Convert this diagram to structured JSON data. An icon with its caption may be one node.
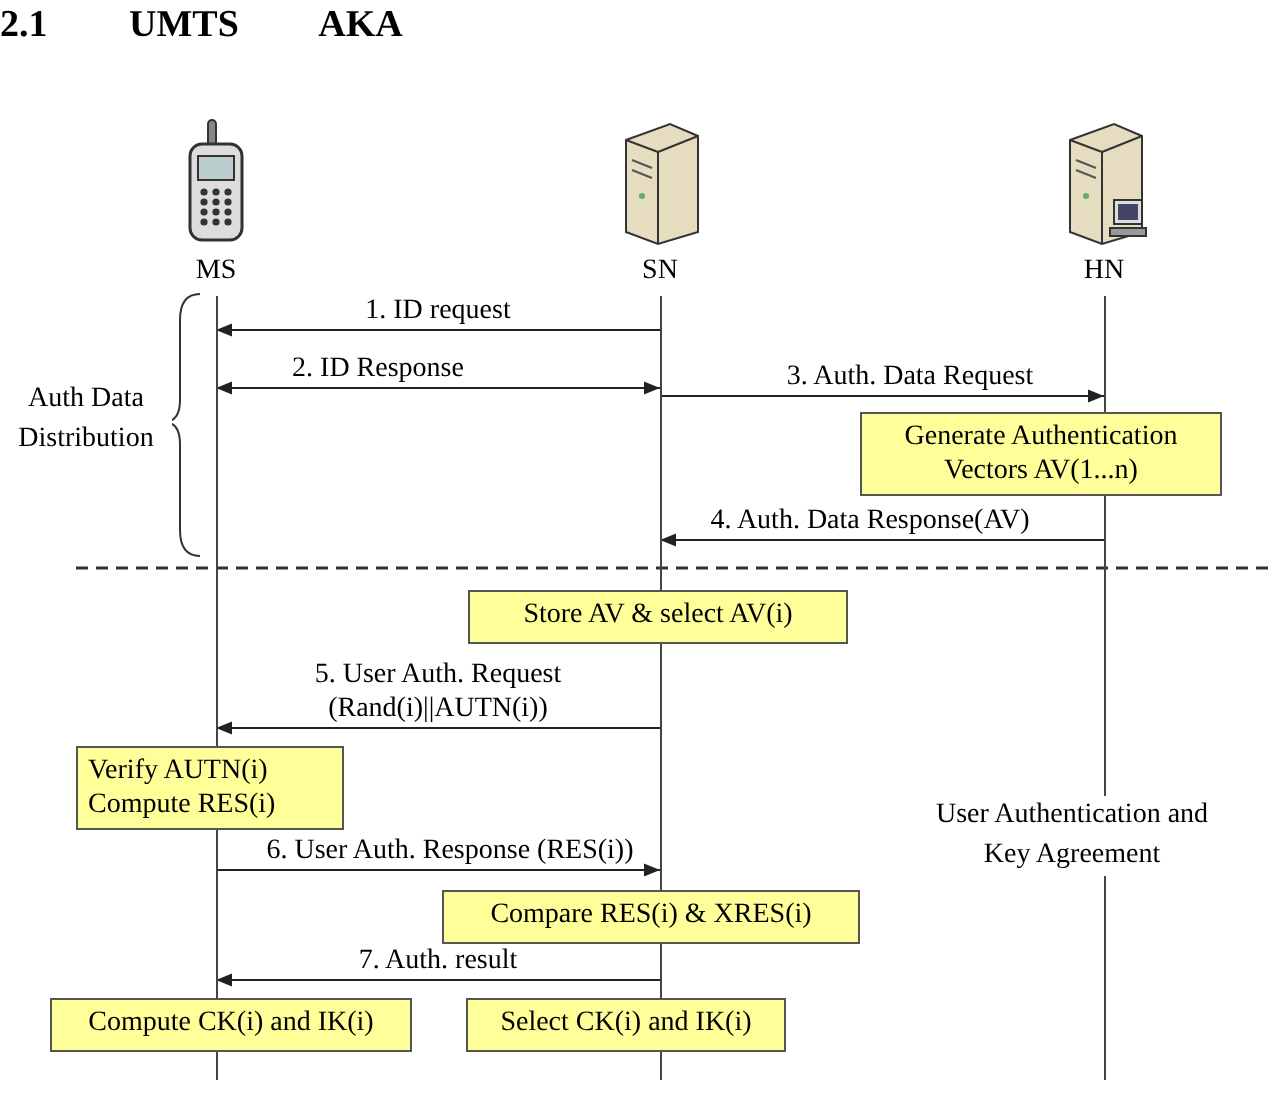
{
  "diagram": {
    "title": "2.1 UMTS AKA",
    "nodes": [
      {
        "text": [
          "MS"
        ]
      },
      {
        "text": [
          "SN"
        ]
      },
      {
        "text": [
          "HN"
        ]
      },
      {
        "text": [
          "Generate Authentication Vectors AV(1...n)"
        ]
      },
      {
        "text": [
          "Store AV & select AV(i)"
        ]
      },
      {
        "text": [
          "Verify AUTN(i) Compute RES(i)"
        ]
      },
      {
        "text": [
          "Compare RES(i) & XRES(i)"
        ]
      },
      {
        "text": [
          "Compute CK(i) and IK(i)"
        ]
      },
      {
        "text": [
          "Select CK(i) and IK(i)"
        ]
      }
    ],
    "edges": [
      {
        "from": 1,
        "to": 0,
        "arrow": "to",
        "label": "1. ID request"
      },
      {
        "from": 0,
        "to": 1,
        "arrow": "both",
        "label": "2. ID Response"
      },
      {
        "from": 1,
        "to": 2,
        "arrow": "to",
        "label": "3. Auth. Data Request"
      },
      {
        "from": 2,
        "to": 1,
        "arrow": "to",
        "label": "4. Auth. Data Response(AV)"
      },
      {
        "from": 1,
        "to": 0,
        "arrow": "to",
        "label": "5. User Auth. Request (Rand(i)||AUTN(i))"
      },
      {
        "from": 0,
        "to": 1,
        "arrow": "to",
        "label": "6. User Auth. Response (RES(i))"
      },
      {
        "from": 1,
        "to": 0,
        "arrow": "to",
        "label": "7. Auth. result"
      }
    ],
    "labels": [
      "Auth Data Distribution",
      "User Authentication and Key Agreement"
    ]
  }
}
